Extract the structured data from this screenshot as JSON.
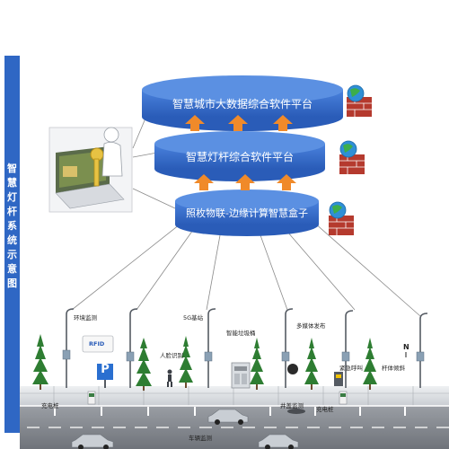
{
  "sidebar_title": "智慧灯杆系统示意图",
  "layers": [
    {
      "label": "智慧城市大数据综合软件平台"
    },
    {
      "label": "智慧灯杆综合软件平台"
    },
    {
      "label": "照枚物联-边缘计算智慧盒子"
    }
  ],
  "device_labels": {
    "env_monitor": "环境监测",
    "fiveg": "5G基站",
    "smart_trash": "智能垃圾桶",
    "media": "多媒体发布",
    "rfid": "RFID",
    "face_recog": "人脸识别",
    "emergency": "紧急呼叫",
    "tilt_sensor": "杆体倾斜",
    "charging_pile_1": "充电桩",
    "manhole": "井盖监测",
    "charging_pile_2": "充电桩",
    "vehicle_monitor": "车辆监测",
    "parking_sign": "P",
    "compass": "N"
  },
  "colors": {
    "layer_fill": "#2f67c4",
    "arrow": "#f08a2a",
    "sidebar": "#2f67c4"
  }
}
